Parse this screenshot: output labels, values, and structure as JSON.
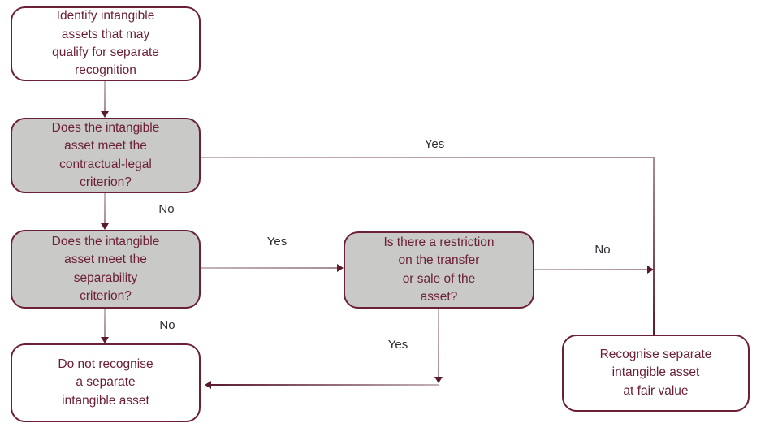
{
  "diagram": {
    "type": "flowchart",
    "topic": "Separate recognition of intangible assets",
    "colors": {
      "node_border": "#6b2036",
      "node_text": "#6b2036",
      "gray_fill": "#c9c9c7",
      "white_fill": "#ffffff",
      "connector_light": "#c4b4b7",
      "connector_dark": "#5a1b2e",
      "label_text": "#2d2d35"
    },
    "nodes": [
      {
        "id": "identify",
        "fill": "white",
        "text": "Identify intangible\nassets that may\nqualify for separate\nrecognition"
      },
      {
        "id": "contractual",
        "fill": "gray",
        "text": "Does the intangible\nasset meet the\ncontractual-legal\ncriterion?"
      },
      {
        "id": "separability",
        "fill": "gray",
        "text": "Does the intangible\nasset meet the\nseparability\ncriterion?"
      },
      {
        "id": "do_not_recognise",
        "fill": "white",
        "text": "Do not recognise\na separate\nintangible asset"
      },
      {
        "id": "restriction",
        "fill": "gray",
        "text": "Is there a restriction\non the transfer\nor sale of the\nasset?"
      },
      {
        "id": "recognise",
        "fill": "white",
        "text": "Recognise separate\nintangible asset\nat fair value"
      }
    ],
    "labels": {
      "yes_contractual": "Yes",
      "no_contractual": "No",
      "yes_separability": "Yes",
      "no_separability": "No",
      "no_restriction": "No",
      "yes_restriction": "Yes"
    },
    "edges": [
      {
        "from": "identify",
        "to": "contractual",
        "label": ""
      },
      {
        "from": "contractual",
        "to": "recognise",
        "label": "Yes"
      },
      {
        "from": "contractual",
        "to": "separability",
        "label": "No"
      },
      {
        "from": "separability",
        "to": "restriction",
        "label": "Yes"
      },
      {
        "from": "separability",
        "to": "do_not_recognise",
        "label": "No"
      },
      {
        "from": "restriction",
        "to": "recognise",
        "label": "No"
      },
      {
        "from": "restriction",
        "to": "do_not_recognise",
        "label": "Yes"
      }
    ]
  }
}
